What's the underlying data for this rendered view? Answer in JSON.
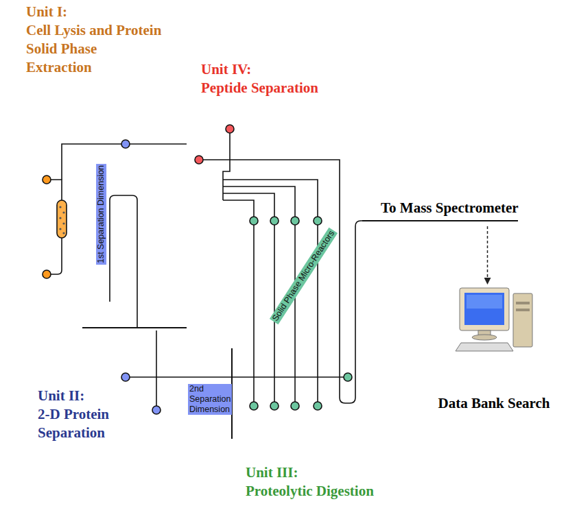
{
  "diagram": {
    "nodes": [
      {
        "text": [
          "Unit I:",
          "Cell Lysis and Protein Solid Phase Extraction"
        ]
      },
      {
        "text": [
          "Unit II:",
          "2-D Protein Separation",
          "1st Separation Dimension",
          "2nd Separation Dimension"
        ]
      },
      {
        "text": [
          "Unit IV:",
          "Peptide Separation"
        ]
      },
      {
        "text": [
          "Unit III:",
          "Proteolytic Digestion",
          "Solid Phase Micro-Reactors"
        ]
      },
      {
        "text": [
          "Data Bank Search"
        ]
      }
    ],
    "edges": [
      {
        "from": 3,
        "to": 4,
        "arrow": "to",
        "label": "To Mass Spectrometer"
      }
    ]
  }
}
